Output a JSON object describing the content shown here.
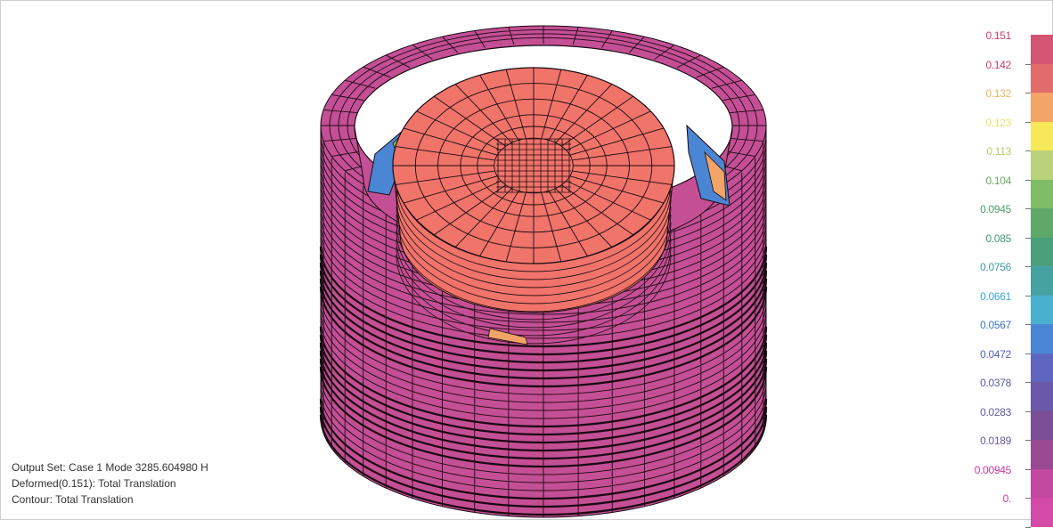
{
  "info": {
    "output_set": "Output Set: Case 1 Mode 3285.604980 H",
    "deformed": "Deformed(0.151): Total Translation",
    "contour": "Contour: Total Translation"
  },
  "legend": {
    "levels": [
      {
        "label": "0.151",
        "color": "#d45474",
        "text_color": "#c8406a"
      },
      {
        "label": "0.142",
        "color": "#e16c6c",
        "text_color": "#c8406a"
      },
      {
        "label": "0.132",
        "color": "#f2a466",
        "text_color": "#e3b860"
      },
      {
        "label": "0.123",
        "color": "#f7e85a",
        "text_color": "#e9e16a"
      },
      {
        "label": "0.113",
        "color": "#b9d27a",
        "text_color": "#b7cc6a"
      },
      {
        "label": "0.104",
        "color": "#7fbd66",
        "text_color": "#6fa868"
      },
      {
        "label": "0.0945",
        "color": "#5ea86a",
        "text_color": "#4f9e66"
      },
      {
        "label": "0.085",
        "color": "#4aa07a",
        "text_color": "#3f9a73"
      },
      {
        "label": "0.0756",
        "color": "#45a2a0",
        "text_color": "#3a9da0"
      },
      {
        "label": "0.0661",
        "color": "#4ab0d0",
        "text_color": "#3aa6d8"
      },
      {
        "label": "0.0567",
        "color": "#4a86d4",
        "text_color": "#3c74c8"
      },
      {
        "label": "0.0472",
        "color": "#5f66c0",
        "text_color": "#5560b6"
      },
      {
        "label": "0.0378",
        "color": "#6a58a8",
        "text_color": "#5a5aa6"
      },
      {
        "label": "0.0283",
        "color": "#7a4e94",
        "text_color": "#5a5aa6"
      },
      {
        "label": "0.0189",
        "color": "#9a4a92",
        "text_color": "#6a5aa0"
      },
      {
        "label": "0.00945",
        "color": "#c248a0",
        "text_color": "#c63a9e"
      },
      {
        "label": "0.",
        "color": "#d44aa8",
        "text_color": "#c63a9e"
      }
    ]
  },
  "colors": {
    "ring": "#c44f95",
    "ring_dark": "#5a1844",
    "piston": "#f0746a",
    "mesh_line": "#1a0a12"
  }
}
